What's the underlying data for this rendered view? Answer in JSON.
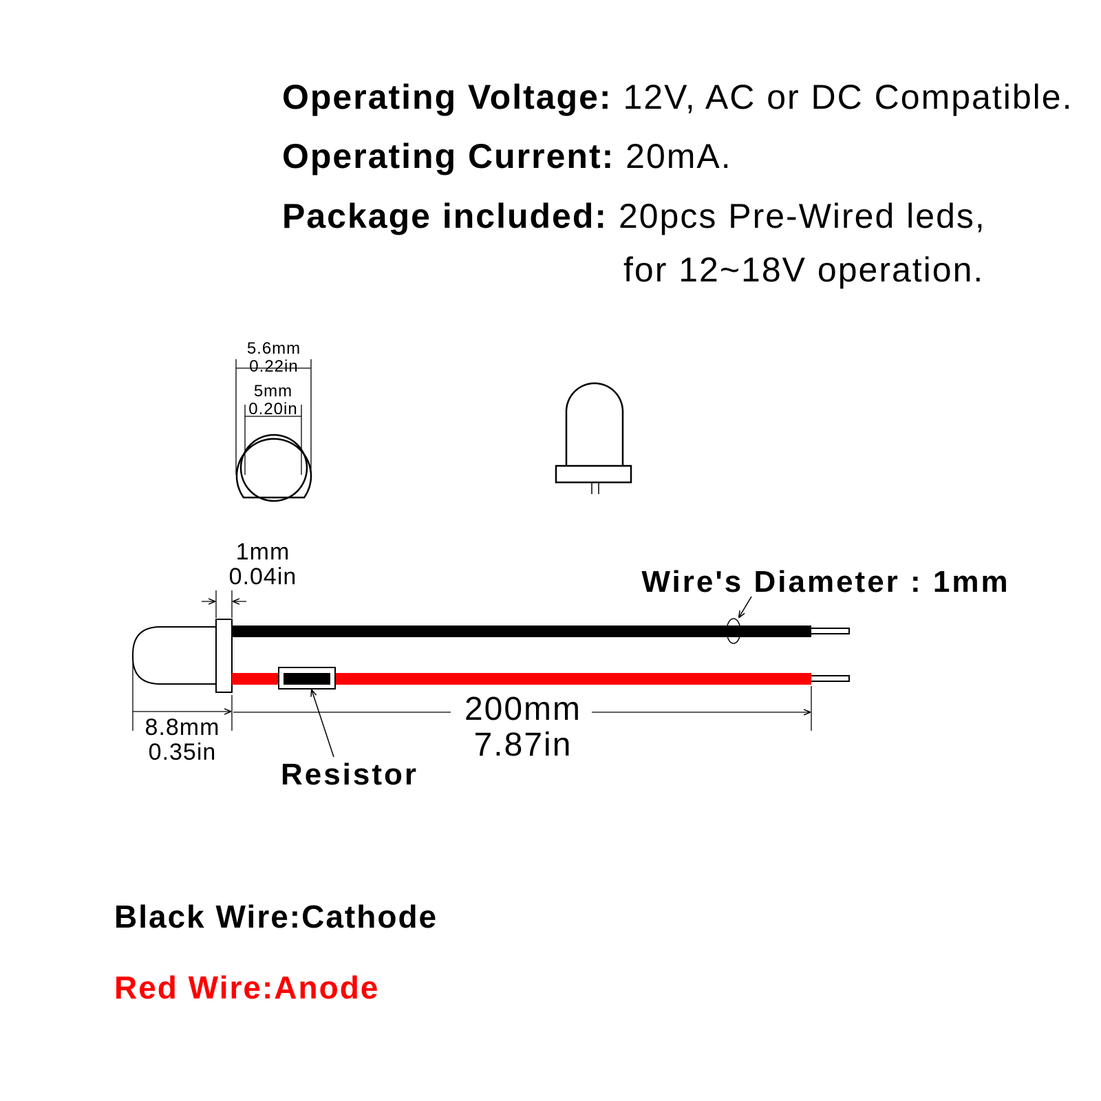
{
  "specs": {
    "voltage_label": "Operating Voltage:",
    "voltage_value": " 12V, AC or DC Compatible.",
    "current_label": "Operating Current:",
    "current_value": " 20mA.",
    "package_label": "Package included:",
    "package_value": " 20pcs Pre-Wired leds,",
    "package_value_cont": "for 12~18V operation."
  },
  "dimensions": {
    "outer_diameter_mm": "5.6mm",
    "outer_diameter_in": "0.22in",
    "inner_diameter_mm": "5mm",
    "inner_diameter_in": "0.20in",
    "flange_mm": "1mm",
    "flange_in": "0.04in",
    "body_length_mm": "8.8mm",
    "body_length_in": "0.35in",
    "wire_length_mm": "200mm",
    "wire_length_in": "7.87in"
  },
  "labels": {
    "wire_diameter": "Wire's Diameter : 1mm",
    "resistor": "Resistor"
  },
  "legend": {
    "black_wire": "Black Wire:Cathode",
    "red_wire": "Red Wire:Anode"
  },
  "colors": {
    "cathode_wire": "#000000",
    "anode_wire": "#ff0000"
  }
}
